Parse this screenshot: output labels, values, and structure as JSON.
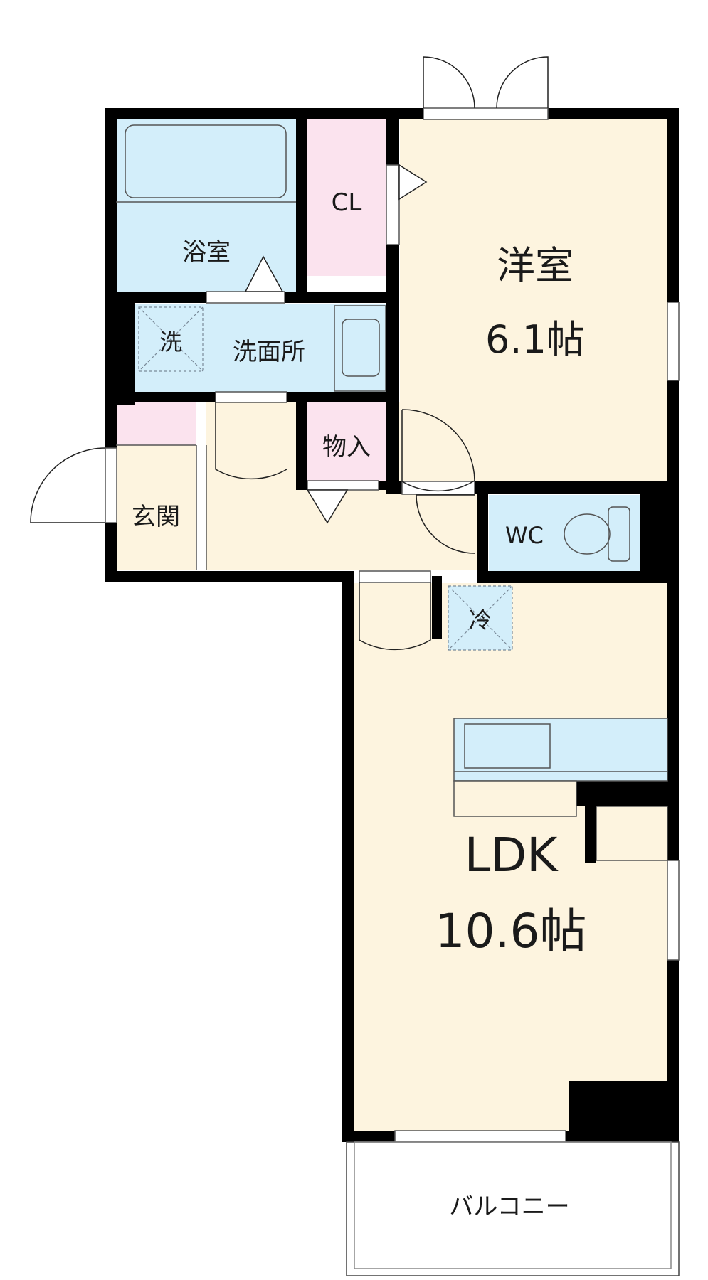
{
  "rooms": {
    "yoshitsu": {
      "name": "洋室",
      "size": "6.1帖"
    },
    "ldk": {
      "name": "LDK",
      "size": "10.6帖"
    },
    "bath": "浴室",
    "closet": "CL",
    "washroom": "洗面所",
    "washer": "洗",
    "storage": "物入",
    "entrance": "玄関",
    "toilet": "WC",
    "fridge": "冷",
    "balcony": "バルコニー"
  },
  "colors": {
    "wall": "#000000",
    "floor_wood": "#fdf4df",
    "wet_area": "#d3eefa",
    "storage": "#fbe3ee",
    "outline": "#333333"
  }
}
